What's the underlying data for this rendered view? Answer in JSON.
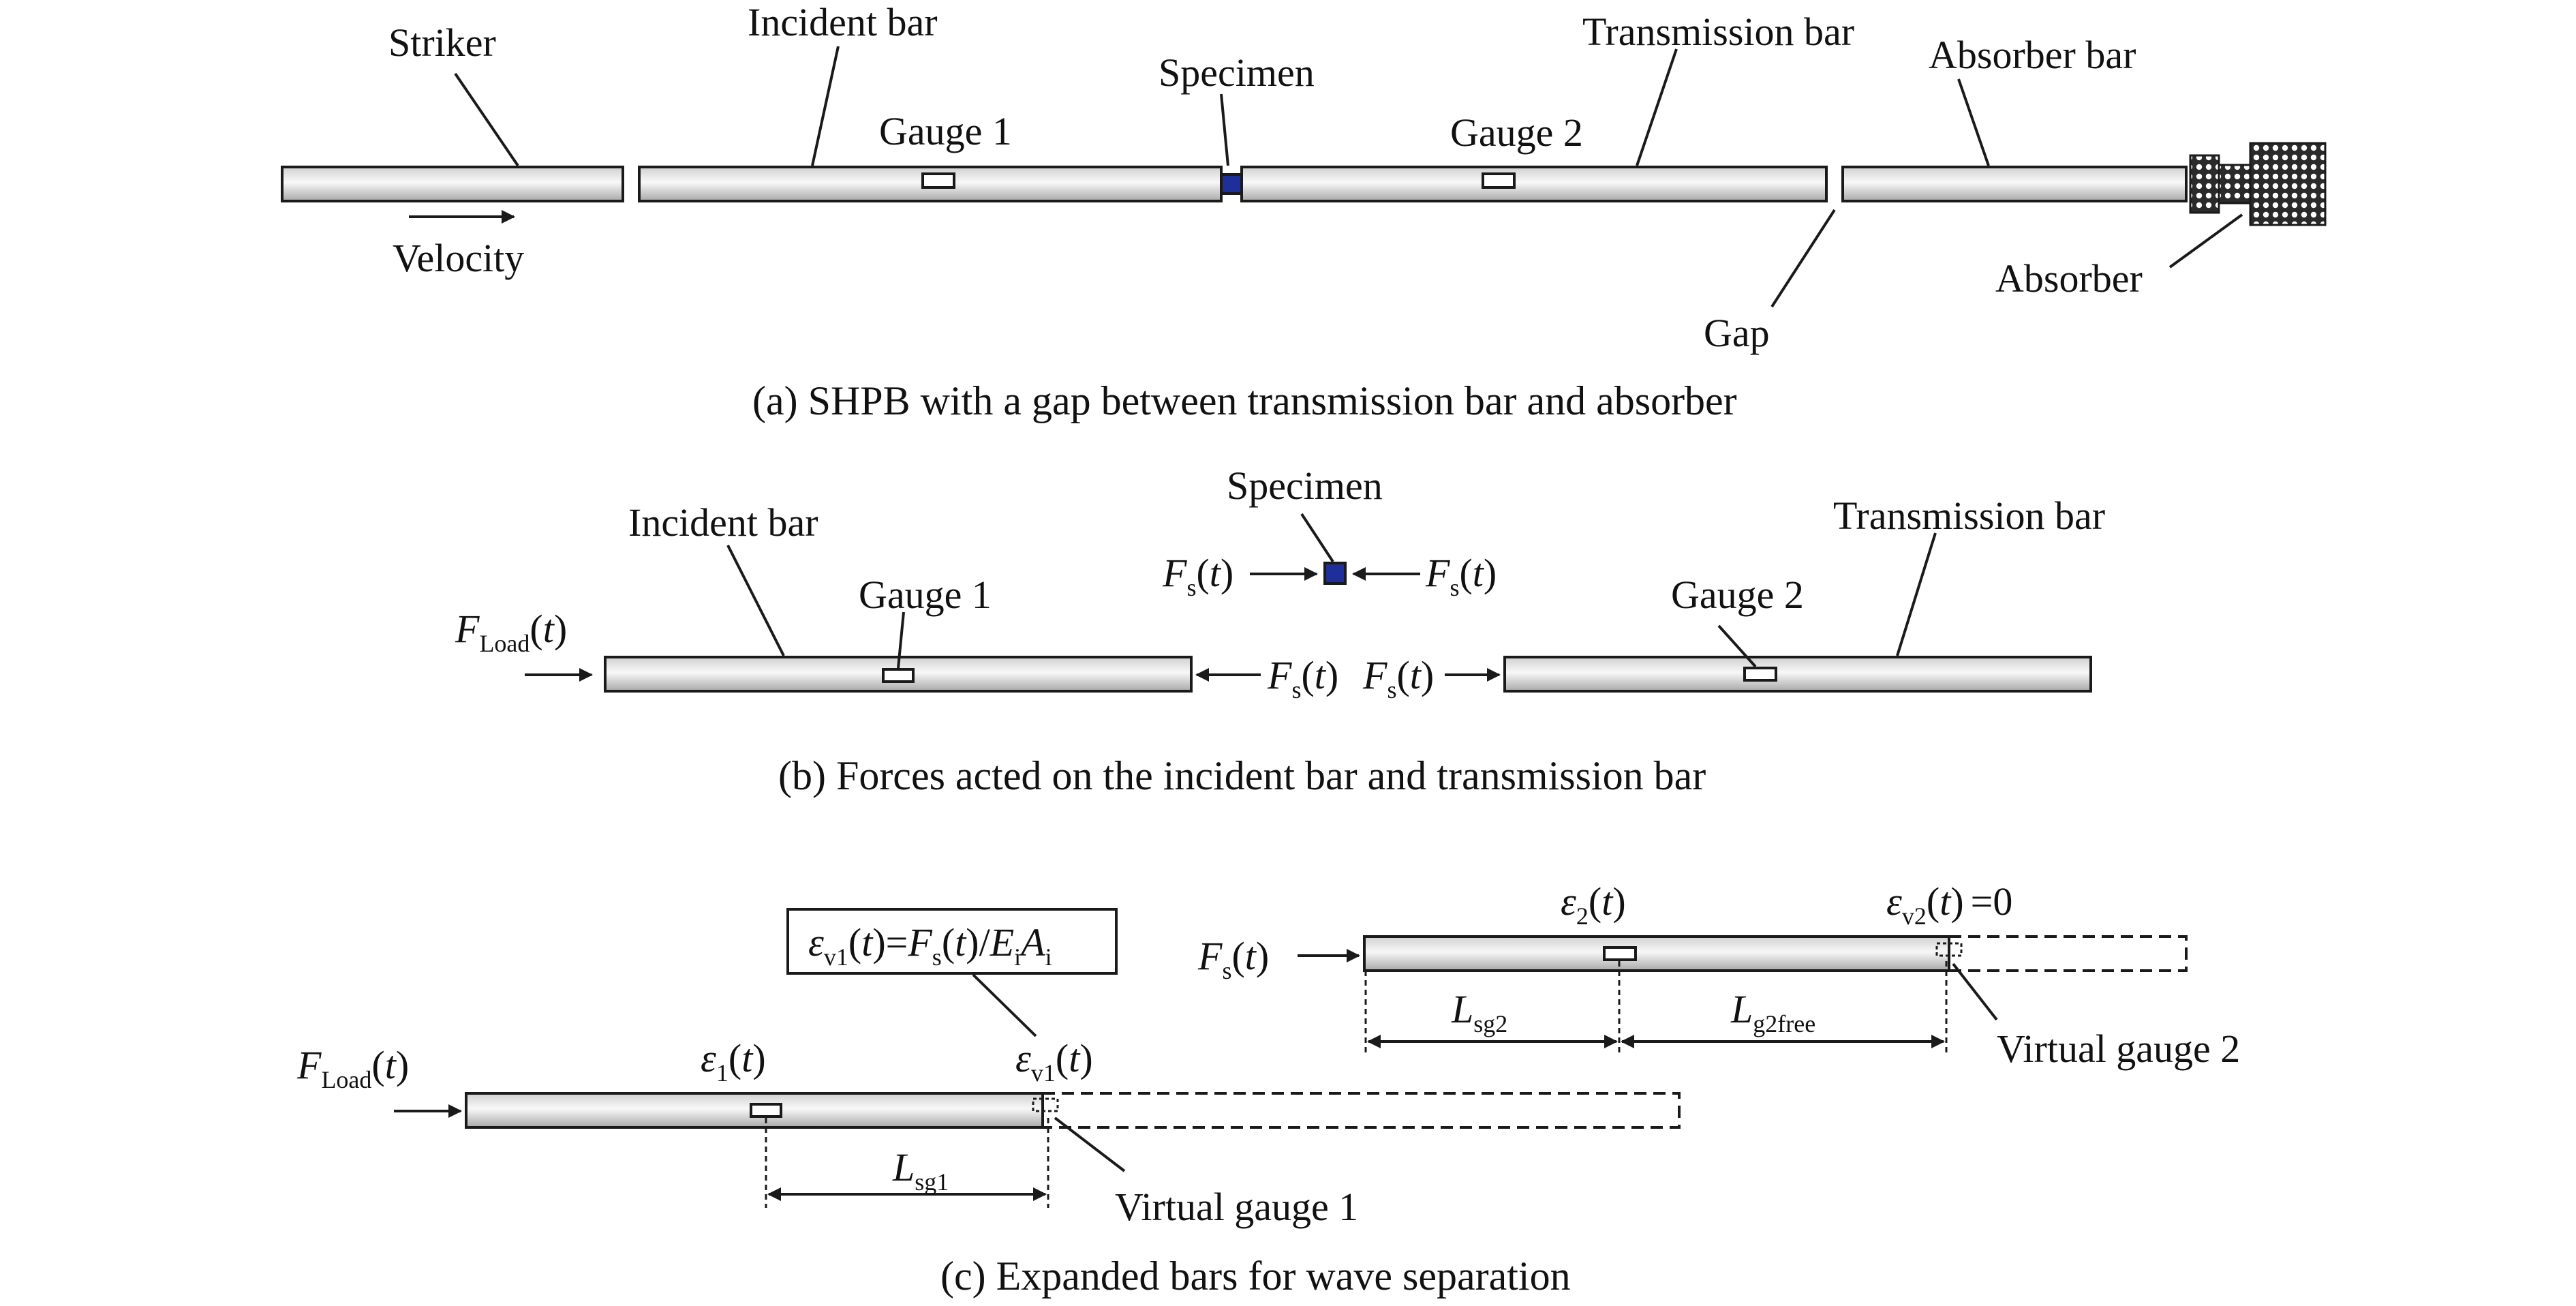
{
  "panel_a": {
    "labels": {
      "striker": "Striker",
      "incident_bar": "Incident bar",
      "specimen": "Specimen",
      "transmission_bar": "Transmission bar",
      "absorber_bar": "Absorber bar",
      "gauge1": "Gauge 1",
      "gauge2": "Gauge 2",
      "velocity": "Velocity",
      "gap": "Gap",
      "absorber": "Absorber"
    },
    "caption": "(a) SHPB with a gap between transmission bar and absorber"
  },
  "panel_b": {
    "labels": {
      "incident_bar": "Incident bar",
      "specimen": "Specimen",
      "transmission_bar": "Transmission bar",
      "gauge1": "Gauge 1",
      "gauge2": "Gauge 2",
      "f": "F",
      "sub_load": "Load",
      "sub_s": "s",
      "t": "t",
      "lpar": "(",
      "rpar": ")"
    },
    "caption": "(b) Forces acted on the incident bar and transmission bar"
  },
  "panel_c": {
    "labels": {
      "f": "F",
      "sub_load": "Load",
      "sub_s": "s",
      "t": "t",
      "lpar": "(",
      "rpar": ")",
      "eps": "ε",
      "sub_1": "1",
      "sub_2": "2",
      "sub_v1": "v1",
      "sub_v2": "v2",
      "eq_zero": "=0",
      "equals": "=",
      "slash": "/",
      "e": "E",
      "a": "A",
      "sub_i": "i",
      "l": "L",
      "sub_sg1": "sg1",
      "sub_sg2": "sg2",
      "sub_g2free": "g2free",
      "virtual_gauge1": "Virtual gauge 1",
      "virtual_gauge2": "Virtual gauge 2"
    },
    "caption": "(c) Expanded bars for wave separation"
  },
  "colors": {
    "specimen_fill": "#1f2f9a",
    "bar_light": "#f7f7f7",
    "bar_shade": "#bdbdbd",
    "line": "#1a1a1a"
  }
}
